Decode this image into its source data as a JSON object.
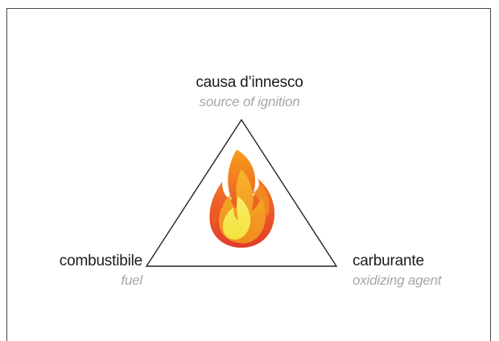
{
  "nodes": {
    "top": {
      "label": "causa d’innesco",
      "sublabel": "source of ignition"
    },
    "left": {
      "label": "combustibile",
      "sublabel": "fuel"
    },
    "right": {
      "label": "carburante",
      "sublabel": "oxidizing agent"
    }
  },
  "colors": {
    "primary_text": "#1a1a1a",
    "secondary_text": "#a6a6a6",
    "outline": "#222222",
    "flame_outer": "#e8452a",
    "flame_middle": "#f39a1e",
    "flame_inner": "#f7e84a"
  },
  "icon": "flame-icon"
}
